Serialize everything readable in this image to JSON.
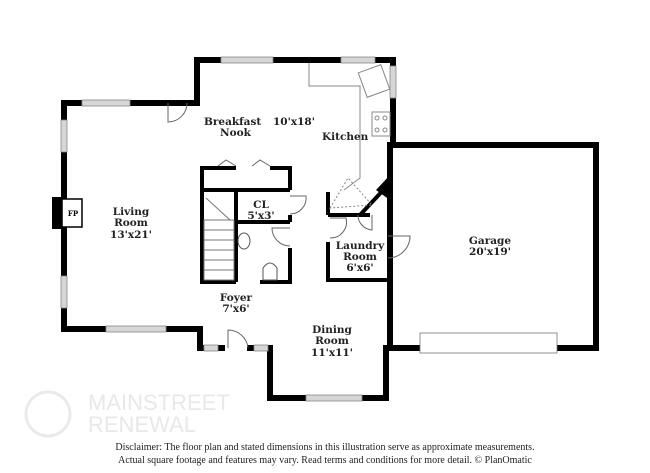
{
  "rooms": {
    "living": {
      "name1": "Living",
      "name2": "Room",
      "size": "13'x21'"
    },
    "breakfast": {
      "name1": "Breakfast",
      "name2": "Nook"
    },
    "kitchen_size": "10'x18'",
    "kitchen": {
      "name": "Kitchen"
    },
    "closet": {
      "name": "CL",
      "size": "5'x3'"
    },
    "laundry": {
      "name1": "Laundry",
      "name2": "Room",
      "size": "6'x6'"
    },
    "garage": {
      "name": "Garage",
      "size": "20'x19'"
    },
    "foyer": {
      "name": "Foyer",
      "size": "7'x6'"
    },
    "dining": {
      "name1": "Dining",
      "name2": "Room",
      "size": "11'x11'"
    },
    "fireplace": "FP"
  },
  "watermark": {
    "line1": "MAINSTREET",
    "line2": "RENEWAL"
  },
  "disclaimer": {
    "line1": "Disclaimer: The floor plan and stated dimensions in this illustration serve as approximate measurements.",
    "line2": "Actual square footage and features may vary. Read terms and conditions for more detail. © PlanOmatic"
  },
  "colors": {
    "wall": "#000000",
    "window": "#cfcfcf"
  }
}
